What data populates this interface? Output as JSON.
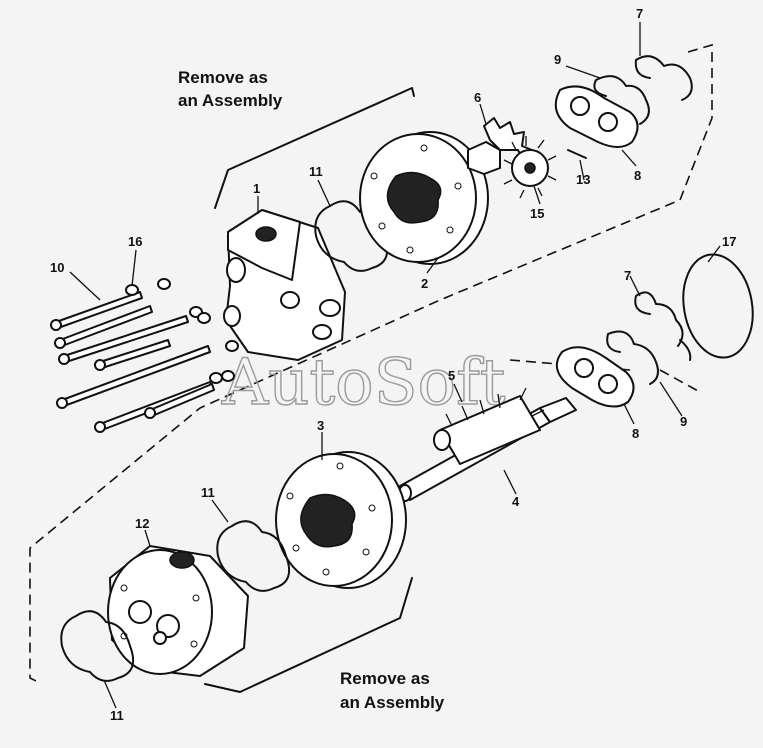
{
  "diagram": {
    "watermark": "AutoSoft",
    "captions": {
      "top": [
        "Remove as",
        "an Assembly"
      ],
      "bottom": [
        "Remove as",
        "an Assembly"
      ]
    },
    "callouts": [
      "1",
      "2",
      "3",
      "4",
      "5",
      "6",
      "7",
      "7",
      "8",
      "8",
      "9",
      "9",
      "10",
      "11",
      "11",
      "11",
      "12",
      "13",
      "15",
      "16",
      "17"
    ]
  },
  "colors": {
    "line": "#111111",
    "background": "#f4f4f4",
    "watermark": "#9a9a9a"
  }
}
